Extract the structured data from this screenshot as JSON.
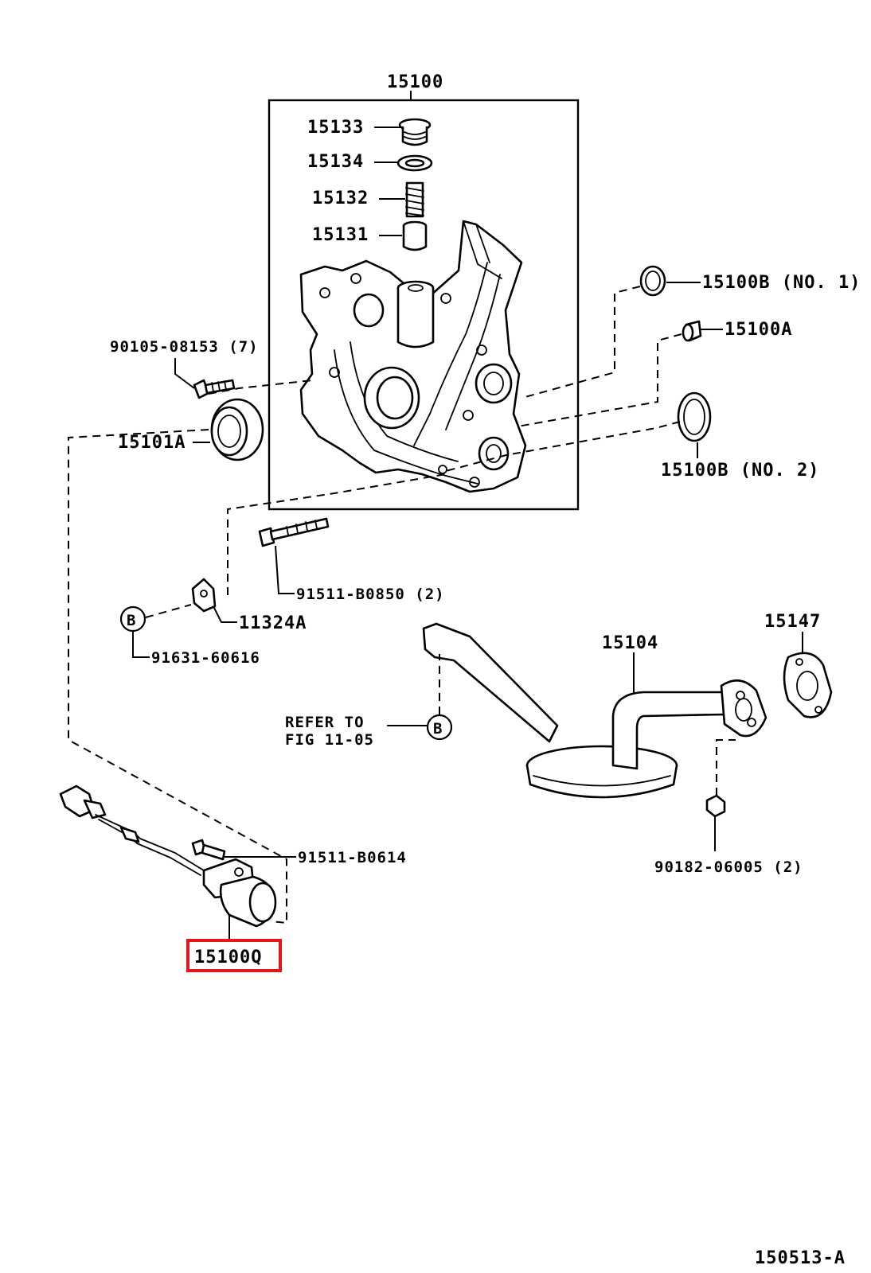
{
  "group_label": "15100",
  "parts": {
    "p15133": "15133",
    "p15134": "15134",
    "p15132": "15132",
    "p15131": "15131",
    "p15100b_no1": "15100B (NO. 1)",
    "p15100a": "15100A",
    "p90105": "90105-08153 (7)",
    "p15101a": "15101A",
    "p15100b_no2": "15100B  (NO. 2)",
    "p91511_b0850": "91511-B0850 (2)",
    "p11324a": "11324A",
    "ref_b": "B",
    "p91631": "91631-60616",
    "p15147": "15147",
    "p15104": "15104",
    "refer_line1": "REFER TO",
    "refer_line2": "FIG 11-05",
    "p91511_b0614": "91511-B0614",
    "p90182": "90182-06005 (2)",
    "p15100q": "15100Q"
  },
  "figure_id": "150513-A",
  "highlight": {
    "part": "15100Q",
    "color": "#e8141c"
  }
}
